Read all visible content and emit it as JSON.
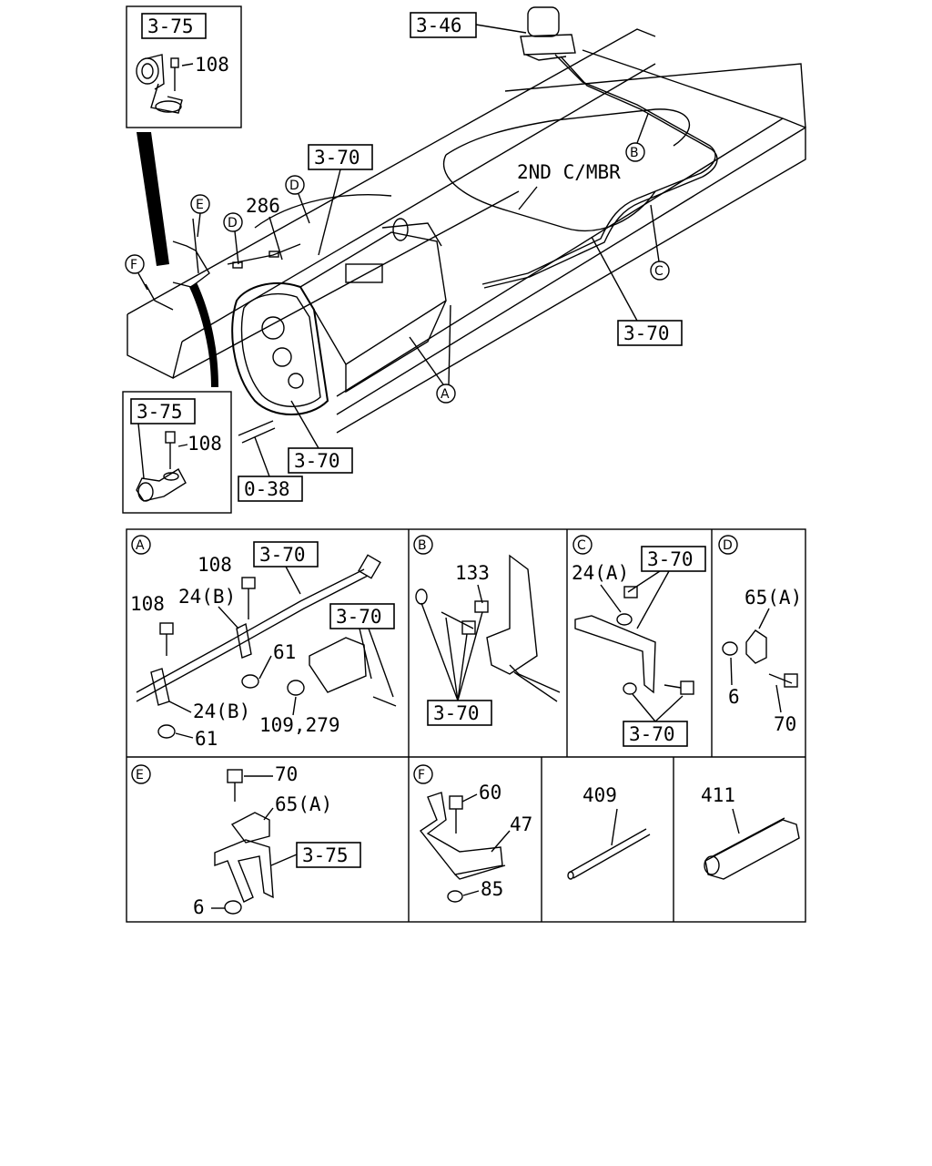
{
  "callouts": {
    "c346": "3-46",
    "c375_top": "3-75",
    "c375_mid": "3-75",
    "c375_e": "3-75",
    "c370_upper": "3-70",
    "c370_right": "3-70",
    "c370_lower": "3-70",
    "c038": "0-38",
    "a_370_top": "3-70",
    "a_370_right": "3-70",
    "b_370": "3-70",
    "c_370_top": "3-70",
    "c_370_bot": "3-70"
  },
  "labels": {
    "p108_top": "108",
    "p108_mid": "108",
    "p286": "286",
    "second_cmbr": "2ND C/MBR",
    "a_108_a": "108",
    "a_108_b": "108",
    "a_24b_a": "24(B)",
    "a_24b_b": "24(B)",
    "a_61_a": "61",
    "a_61_b": "61",
    "a_109": "109,279",
    "b_133": "133",
    "c_24a": "24(A)",
    "d_65a": "65(A)",
    "d_6": "6",
    "d_70": "70",
    "e_70": "70",
    "e_65a": "65(A)",
    "e_6": "6",
    "f_60": "60",
    "f_47": "47",
    "f_85": "85",
    "p409": "409",
    "p411": "411"
  },
  "markers": {
    "A": "A",
    "B": "B",
    "C": "C",
    "D": "D",
    "E": "E",
    "F": "F"
  }
}
